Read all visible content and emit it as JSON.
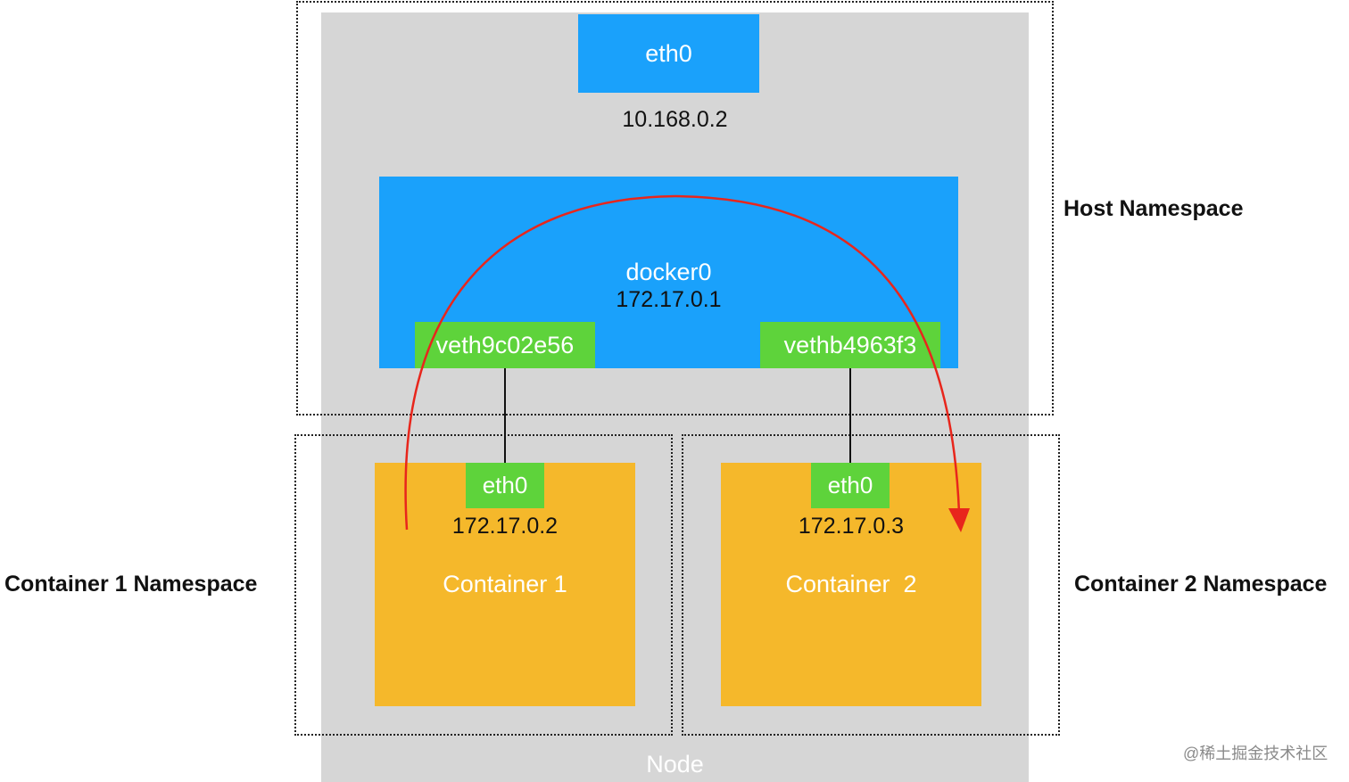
{
  "host": {
    "eth0_label": "eth0",
    "eth0_ip": "10.168.0.2",
    "bridge_name": "docker0",
    "bridge_ip": "172.17.0.1",
    "veth_left": "veth9c02e56",
    "veth_right": "vethb4963f3",
    "namespace_label": "Host Namespace"
  },
  "containers": [
    {
      "eth0_label": "eth0",
      "ip": "172.17.0.2",
      "name": "Container 1",
      "namespace_label": "Container 1 Namespace"
    },
    {
      "eth0_label": "eth0",
      "ip": "172.17.0.3",
      "name": "Container  2",
      "namespace_label": "Container 2 Namespace"
    }
  ],
  "node_label": "Node",
  "watermark": "@稀土掘金技术社区",
  "colors": {
    "node_bg": "#d6d6d6",
    "bridge_blue": "#1aa1fb",
    "veth_green": "#5ed33b",
    "container_yellow": "#f5b82b",
    "arrow_red": "#e8261c"
  }
}
